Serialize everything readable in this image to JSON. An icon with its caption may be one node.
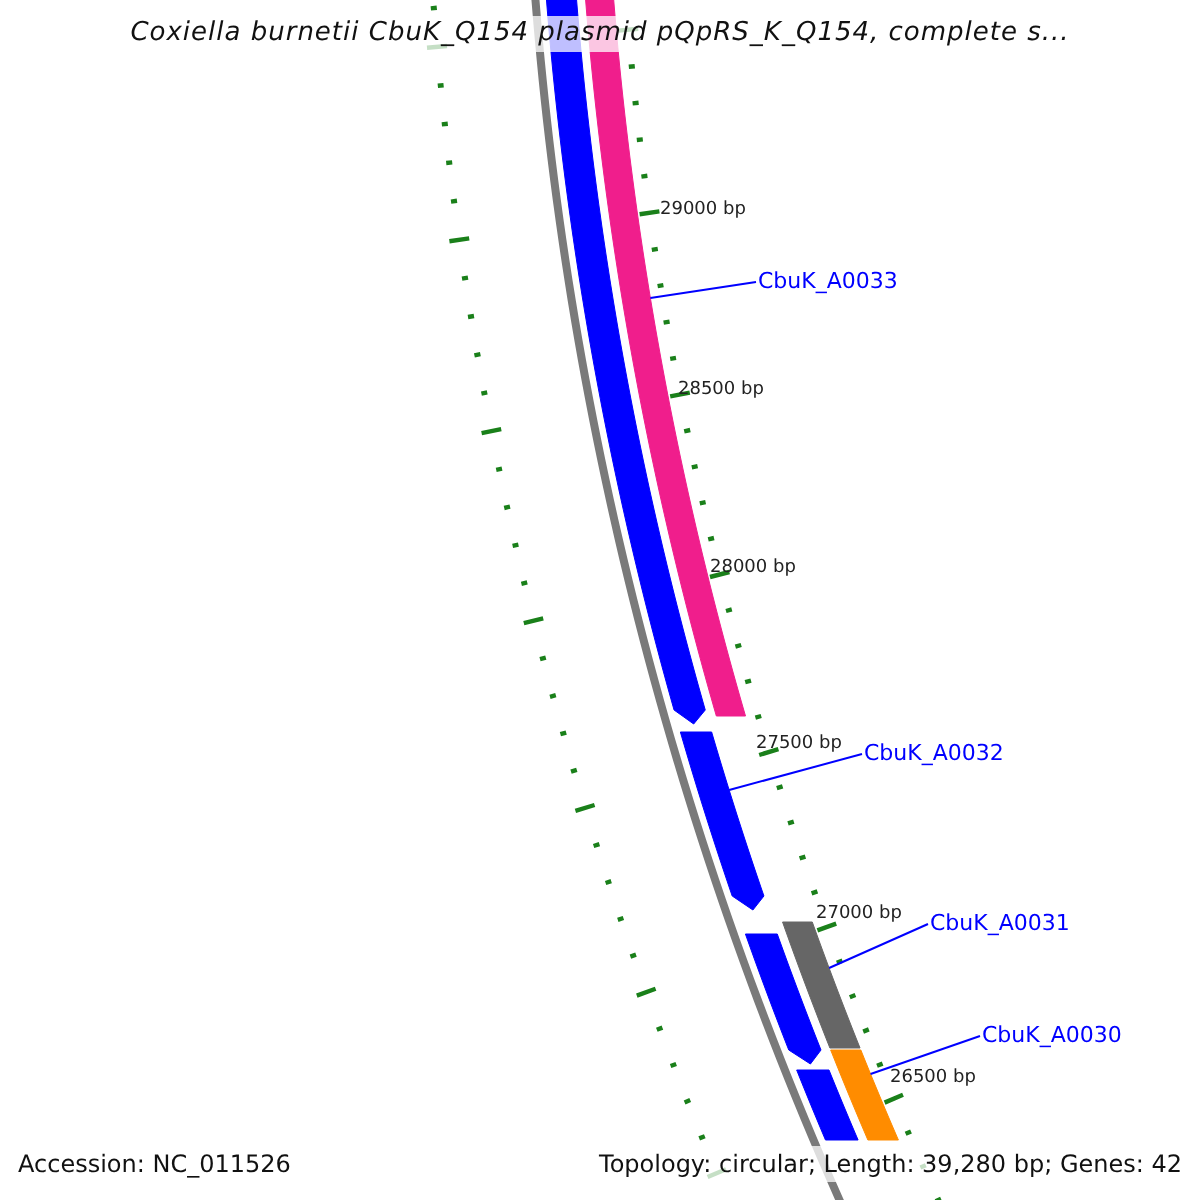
{
  "diagram": {
    "title": "Coxiella burnetii CbuK_Q154 plasmid pQpRS_K_Q154, complete s...",
    "nodes": [
      {
        "text": [
          "CbuK_A0033"
        ]
      },
      {
        "text": [
          "CbuK_A0032"
        ]
      },
      {
        "text": [
          "CbuK_A0031"
        ]
      },
      {
        "text": [
          "CbuK_A0030"
        ]
      },
      {
        "text": [],
        "shape": "bar"
      },
      {
        "text": [],
        "shape": "arrow"
      },
      {
        "text": [],
        "shape": "arrow"
      },
      {
        "text": [],
        "shape": "bar"
      },
      {
        "text": [],
        "shape": "arrow"
      },
      {
        "text": [],
        "shape": "bar"
      },
      {
        "text": [],
        "shape": "bar"
      }
    ],
    "edges": [
      {
        "from": 0,
        "to": 4,
        "arrow": "none"
      },
      {
        "from": 1,
        "to": 6,
        "arrow": "none"
      },
      {
        "from": 2,
        "to": 7,
        "arrow": "none"
      },
      {
        "from": 3,
        "to": 9,
        "arrow": "none"
      }
    ],
    "labels": [
      "29000 bp",
      "28500 bp",
      "28000 bp",
      "27500 bp",
      "27000 bp",
      "26500 bp",
      "Accession: NC_011526",
      "Topology: circular; Length: 39,280 bp; Genes: 42"
    ]
  }
}
